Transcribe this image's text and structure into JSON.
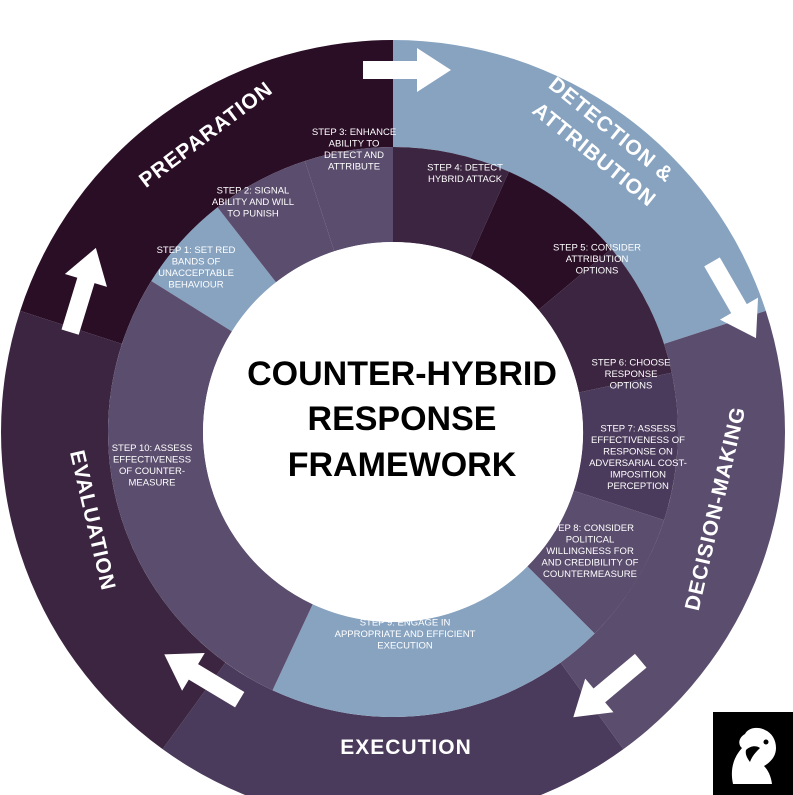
{
  "title_lines": [
    "COUNTER-HYBRID",
    "RESPONSE",
    "FRAMEWORK"
  ],
  "colors": {
    "dark": "#2a0e26",
    "plum": "#3c2540",
    "mid": "#5b4d6d",
    "light": "#87a3c0",
    "white": "#ffffff"
  },
  "phases": [
    {
      "id": "preparation",
      "label": "PREPARATION",
      "color": "#2a0e26"
    },
    {
      "id": "detection",
      "label_lines": [
        "DETECTION &",
        "ATTRIBUTION"
      ],
      "color": "#87a3c0"
    },
    {
      "id": "decision",
      "label": "DECISION-MAKING",
      "color": "#5b4d6d"
    },
    {
      "id": "execution",
      "label": "EXECUTION",
      "color": "#4a3a5b"
    },
    {
      "id": "evaluation",
      "label": "EVALUATION",
      "color": "#3c2540"
    }
  ],
  "steps": [
    {
      "id": "step-1",
      "lines": [
        "STEP 1: SET RED",
        "BANDS OF",
        "UNACCEPTABLE",
        "BEHAVIOUR"
      ],
      "color": "#87a3c0"
    },
    {
      "id": "step-2",
      "lines": [
        "STEP 2: SIGNAL",
        "ABILITY AND WILL",
        "TO PUNISH"
      ],
      "color": "#5b4d6d"
    },
    {
      "id": "step-3",
      "lines": [
        "STEP 3: ENHANCE",
        "ABILITY TO",
        "DETECT AND",
        "ATTRIBUTE"
      ],
      "color": "#5b4d6d"
    },
    {
      "id": "step-4",
      "lines": [
        "STEP 4: DETECT",
        "HYBRID ATTACK"
      ],
      "color": "#3c2540"
    },
    {
      "id": "step-5",
      "lines": [
        "STEP 5: CONSIDER",
        "ATTRIBUTION",
        "OPTIONS"
      ],
      "color": "#2a0e26"
    },
    {
      "id": "step-6",
      "lines": [
        "STEP 6: CHOOSE",
        "RESPONSE",
        "OPTIONS"
      ],
      "color": "#3c2540"
    },
    {
      "id": "step-7",
      "lines": [
        "STEP 7: ASSESS",
        "EFFECTIVENESS OF",
        "RESPONSE ON",
        "ADVERSARIAL COST-",
        "IMPOSITION",
        "PERCEPTION"
      ],
      "color": "#4a3a5b"
    },
    {
      "id": "step-8",
      "lines": [
        "STEP 8: CONSIDER",
        "POLITICAL",
        "WILLINGNESS FOR",
        "AND CREDIBILITY OF",
        "COUNTERMEASURE"
      ],
      "color": "#5b4d6d"
    },
    {
      "id": "step-9",
      "lines": [
        "STEP 9: ENGAGE IN",
        "APPROPRIATE AND EFFICIENT",
        "EXECUTION"
      ],
      "color": "#87a3c0"
    },
    {
      "id": "step-10",
      "lines": [
        "STEP 10: ASSESS",
        "EFFECTIVENESS",
        "OF COUNTER-",
        "MEASURE"
      ],
      "color": "#5b4d6d"
    }
  ],
  "arrows": [
    {
      "id": "arrow-preparation-to-detection",
      "direction": "right"
    },
    {
      "id": "arrow-detection-to-decision",
      "direction": "down-right"
    },
    {
      "id": "arrow-decision-to-execution",
      "direction": "down-left"
    },
    {
      "id": "arrow-execution-to-evaluation",
      "direction": "up-left"
    },
    {
      "id": "arrow-evaluation-to-preparation",
      "direction": "up"
    }
  ],
  "logo": {
    "name": "knight-chess-logo-icon"
  }
}
